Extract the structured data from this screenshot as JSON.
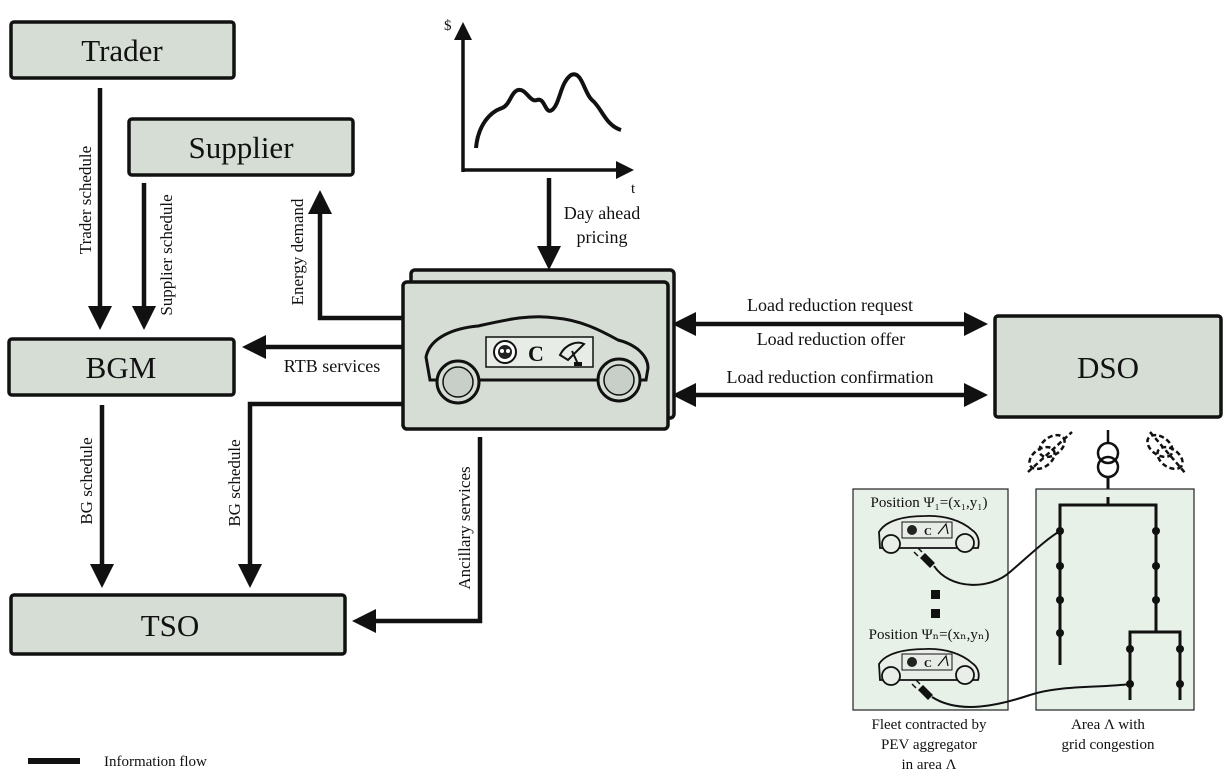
{
  "entities": {
    "trader": "Trader",
    "supplier": "Supplier",
    "bgm": "BGM",
    "tso": "TSO",
    "dso": "DSO"
  },
  "flows": {
    "trader_schedule": "Trader schedule",
    "supplier_schedule": "Supplier schedule",
    "energy_demand": "Energy demand",
    "rtb_services": "RTB services",
    "bg_schedule_left": "BG schedule",
    "bg_schedule_right": "BG schedule",
    "ancillary_services": "Ancillary services",
    "day_ahead_1": "Day ahead",
    "day_ahead_2": "pricing",
    "load_reduction_request": "Load reduction request",
    "load_reduction_offer": "Load reduction offer",
    "load_reduction_confirmation": "Load reduction confirmation"
  },
  "price_chart": {
    "y_axis": "$",
    "x_axis": "t"
  },
  "aggregator_badge": "C",
  "fleet": {
    "position_1": "Position Ψ₁=(x₁,y₁)",
    "position_n": "Position Ψₙ=(xₙ,yₙ)",
    "caption_1": "Fleet contracted by",
    "caption_2": "PEV aggregator",
    "caption_3": "in area Λ"
  },
  "area": {
    "caption_1": "Area Λ with",
    "caption_2": "grid congestion"
  },
  "legend": {
    "label": "Information flow"
  }
}
